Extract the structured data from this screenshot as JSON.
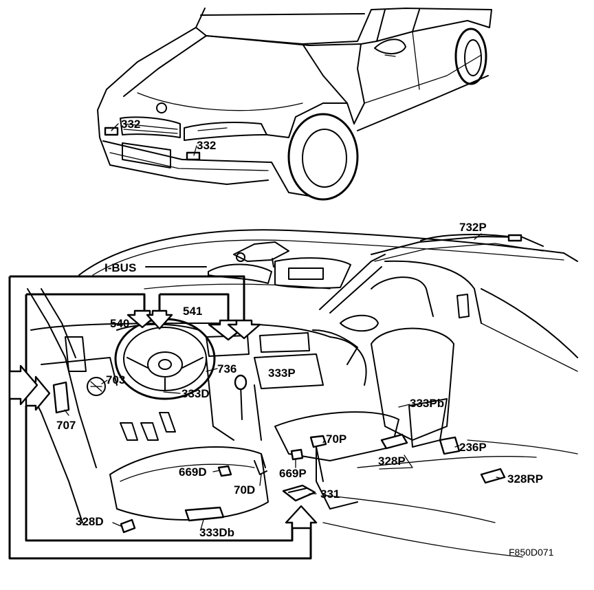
{
  "figure": {
    "figure_code": "F850D071",
    "callouts": {
      "c332_top": "332",
      "c332_front": "332",
      "c732p": "732P",
      "ibus": "I-BUS",
      "c541": "541",
      "c540": "540",
      "c736": "736",
      "c333p": "333P",
      "c703": "703",
      "c333d": "333D",
      "c707": "707",
      "c333pb": "333Pb",
      "c70p": "70P",
      "c328p": "328P",
      "c236p": "236P",
      "c669d": "669D",
      "c669p": "669P",
      "c328rp": "328RP",
      "c70d": "70D",
      "c331": "331",
      "c328d": "328D",
      "c333db": "333Db"
    }
  }
}
